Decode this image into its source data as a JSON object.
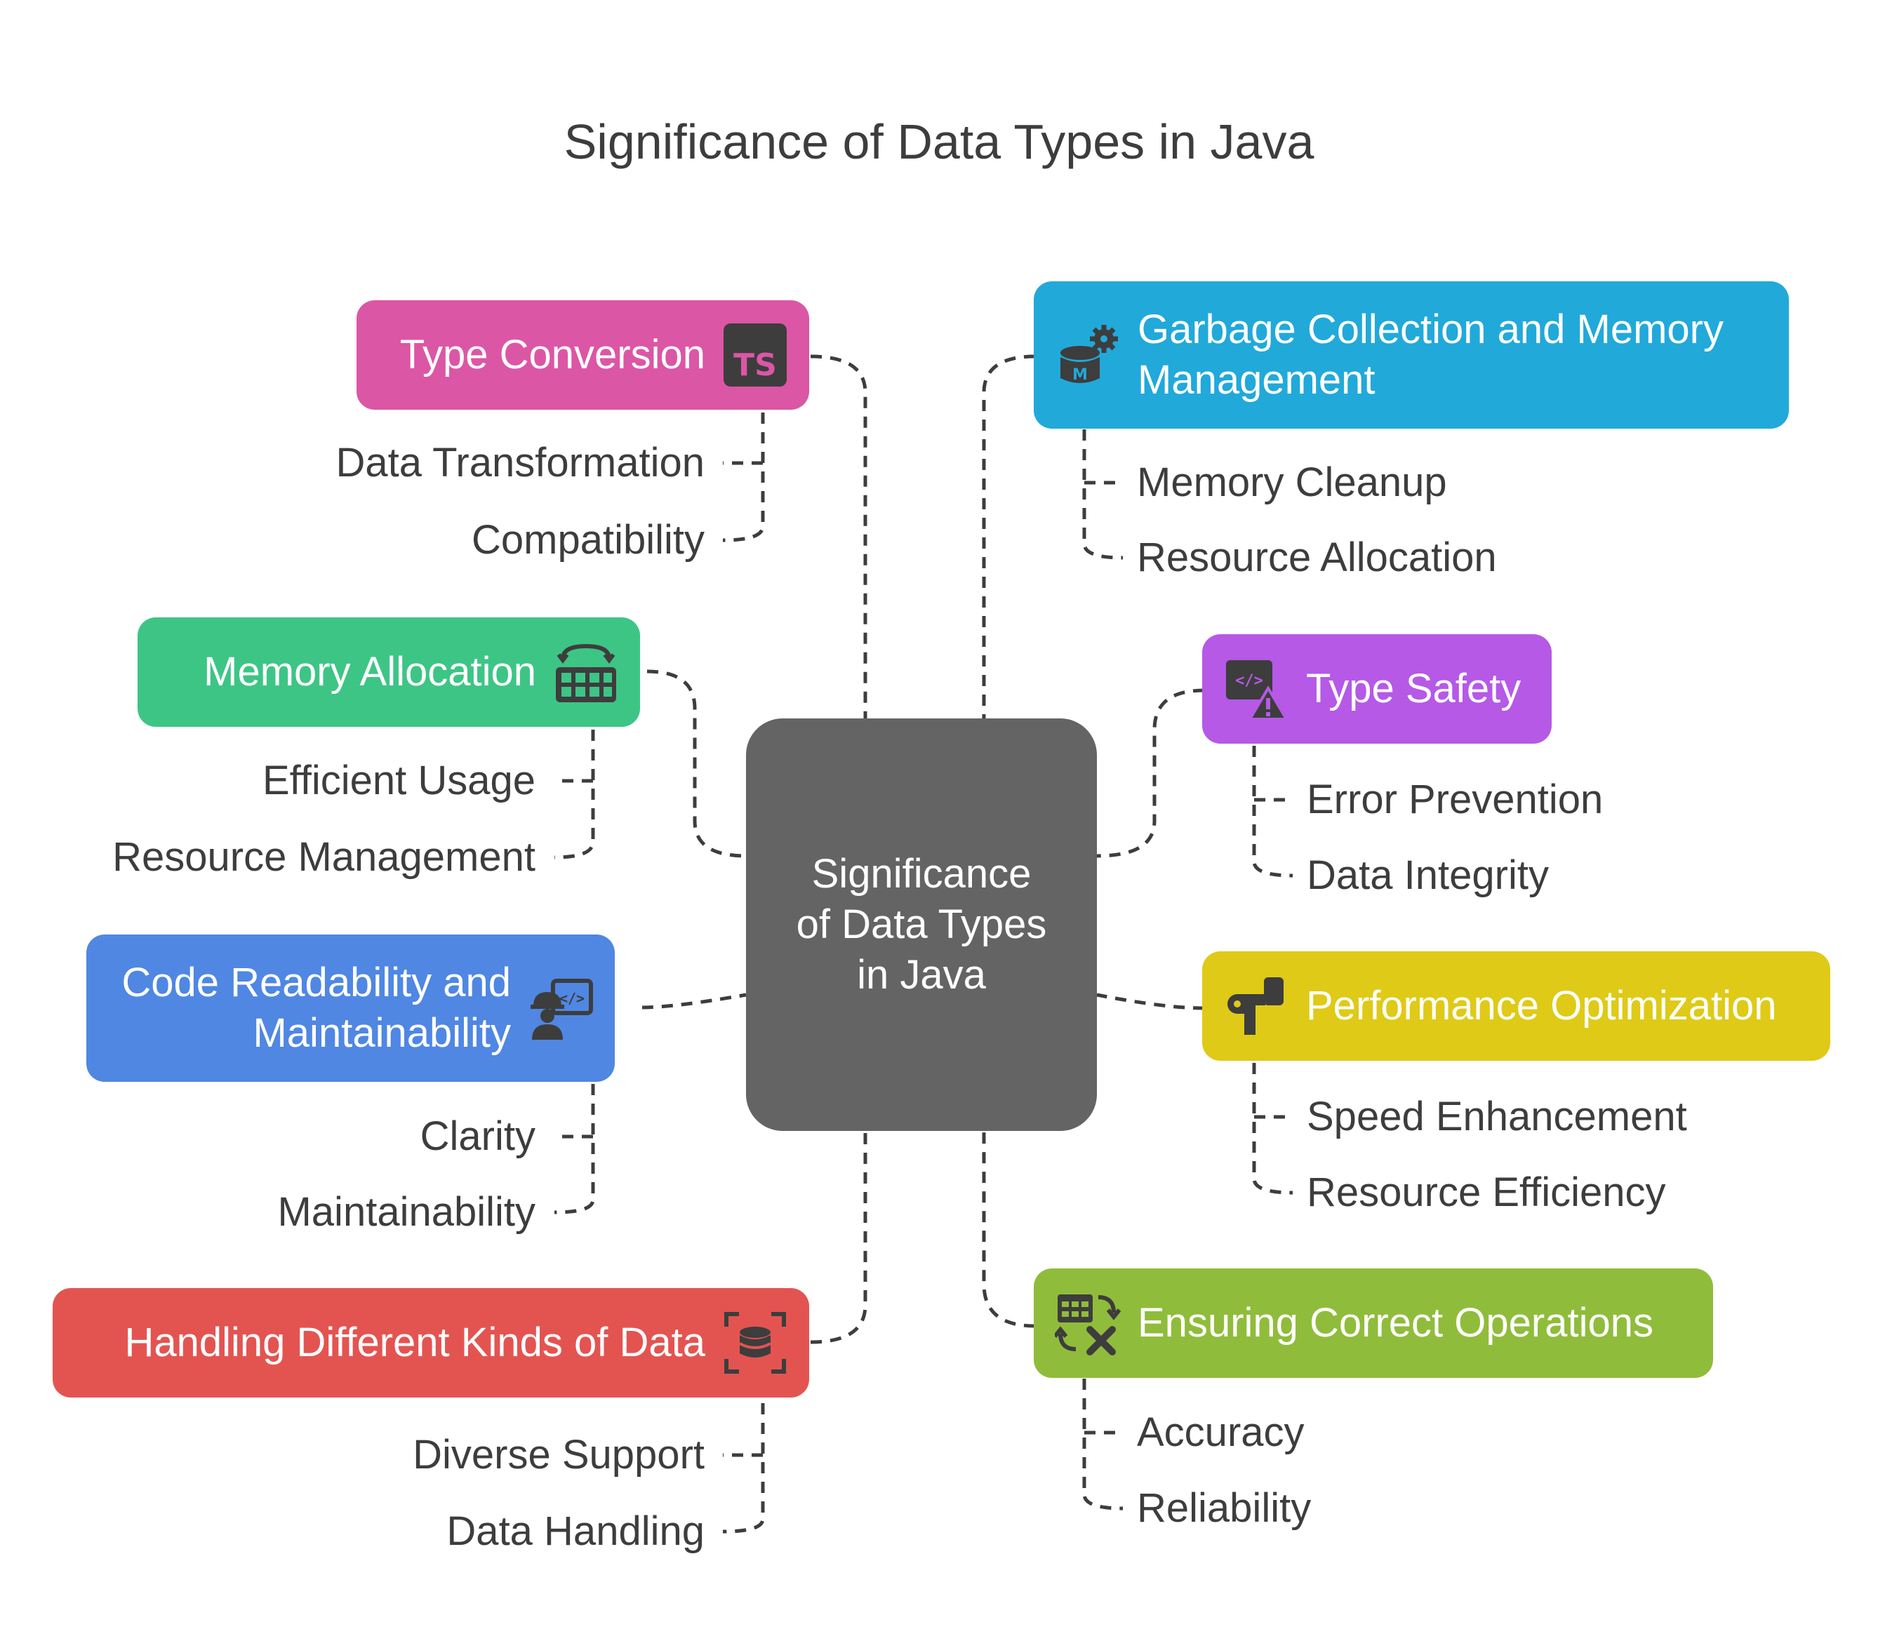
{
  "title": "Significance of Data Types in Java",
  "center": {
    "label": "Significance of Data Types in Java"
  },
  "colors": {
    "type_conversion": "#dc56a6",
    "memory_allocation": "#3dc585",
    "code_readability": "#4f87e3",
    "handling_data": "#e35451",
    "garbage_collection": "#21a9da",
    "type_safety": "#b659e6",
    "performance": "#dfca17",
    "correct_operations": "#90bc3b",
    "center": "#646464",
    "connector": "#3d3d3d",
    "icon": "#3d3d3d"
  },
  "branches": {
    "type_conversion": {
      "label": "Type Conversion",
      "icon": "typescript-icon",
      "subs": [
        "Data Transformation",
        "Compatibility"
      ]
    },
    "memory_allocation": {
      "label": "Memory Allocation",
      "icon": "memory-chip-icon",
      "subs": [
        "Efficient Usage",
        "Resource Management"
      ]
    },
    "code_readability": {
      "label_line1": "Code Readability and",
      "label_line2": "Maintainability",
      "icon": "developer-icon",
      "subs": [
        "Clarity",
        "Maintainability"
      ]
    },
    "handling_data": {
      "label": "Handling Different Kinds of Data",
      "icon": "database-scan-icon",
      "subs": [
        "Diverse Support",
        "Data Handling"
      ]
    },
    "garbage_collection": {
      "label_line1": "Garbage Collection and Memory",
      "label_line2": "Management",
      "icon": "database-gear-icon",
      "subs": [
        "Memory Cleanup",
        "Resource Allocation"
      ]
    },
    "type_safety": {
      "label": "Type Safety",
      "icon": "code-warning-icon",
      "subs": [
        "Error Prevention",
        "Data Integrity"
      ]
    },
    "performance": {
      "label": "Performance Optimization",
      "icon": "performance-pipe-icon",
      "subs": [
        "Speed Enhancement",
        "Resource Efficiency"
      ]
    },
    "correct_operations": {
      "label": "Ensuring Correct Operations",
      "icon": "table-cross-icon",
      "subs": [
        "Accuracy",
        "Reliability"
      ]
    }
  }
}
